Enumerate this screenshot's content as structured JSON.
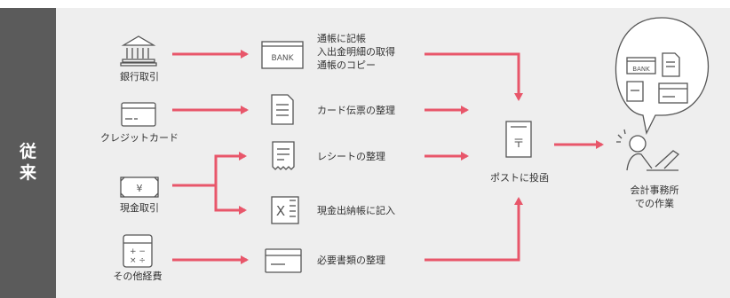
{
  "side_label": "従\n来",
  "sources": [
    {
      "label": "銀行取引",
      "icon": "bank-icon"
    },
    {
      "label": "クレジットカード",
      "icon": "credit-card-icon"
    },
    {
      "label": "現金取引",
      "icon": "cash-icon"
    },
    {
      "label": "その他経費",
      "icon": "calculator-icon"
    }
  ],
  "tasks": [
    {
      "label": "通帳に記帳\n入出金明細の取得\n通帳のコピー",
      "icon": "bankbook-icon",
      "icon_text": "BANK"
    },
    {
      "label": "カード伝票の整理",
      "icon": "slip-icon"
    },
    {
      "label": "レシートの整理",
      "icon": "receipt-icon"
    },
    {
      "label": "現金出納帳に記入",
      "icon": "excel-icon",
      "icon_text": "X"
    },
    {
      "label": "必要書類の整理",
      "icon": "card-icon"
    }
  ],
  "mailbox": {
    "label": "ポストに投函",
    "icon": "postbox-icon",
    "icon_text": "〒"
  },
  "office": {
    "label": "会計事務所\nでの作業",
    "icon": "accountant-icon",
    "bubble_text": "BANK"
  },
  "colors": {
    "arrow": "#e8566a",
    "sidebar": "#5b5b5b",
    "panel": "#eeeeee",
    "icon": "#555555"
  }
}
